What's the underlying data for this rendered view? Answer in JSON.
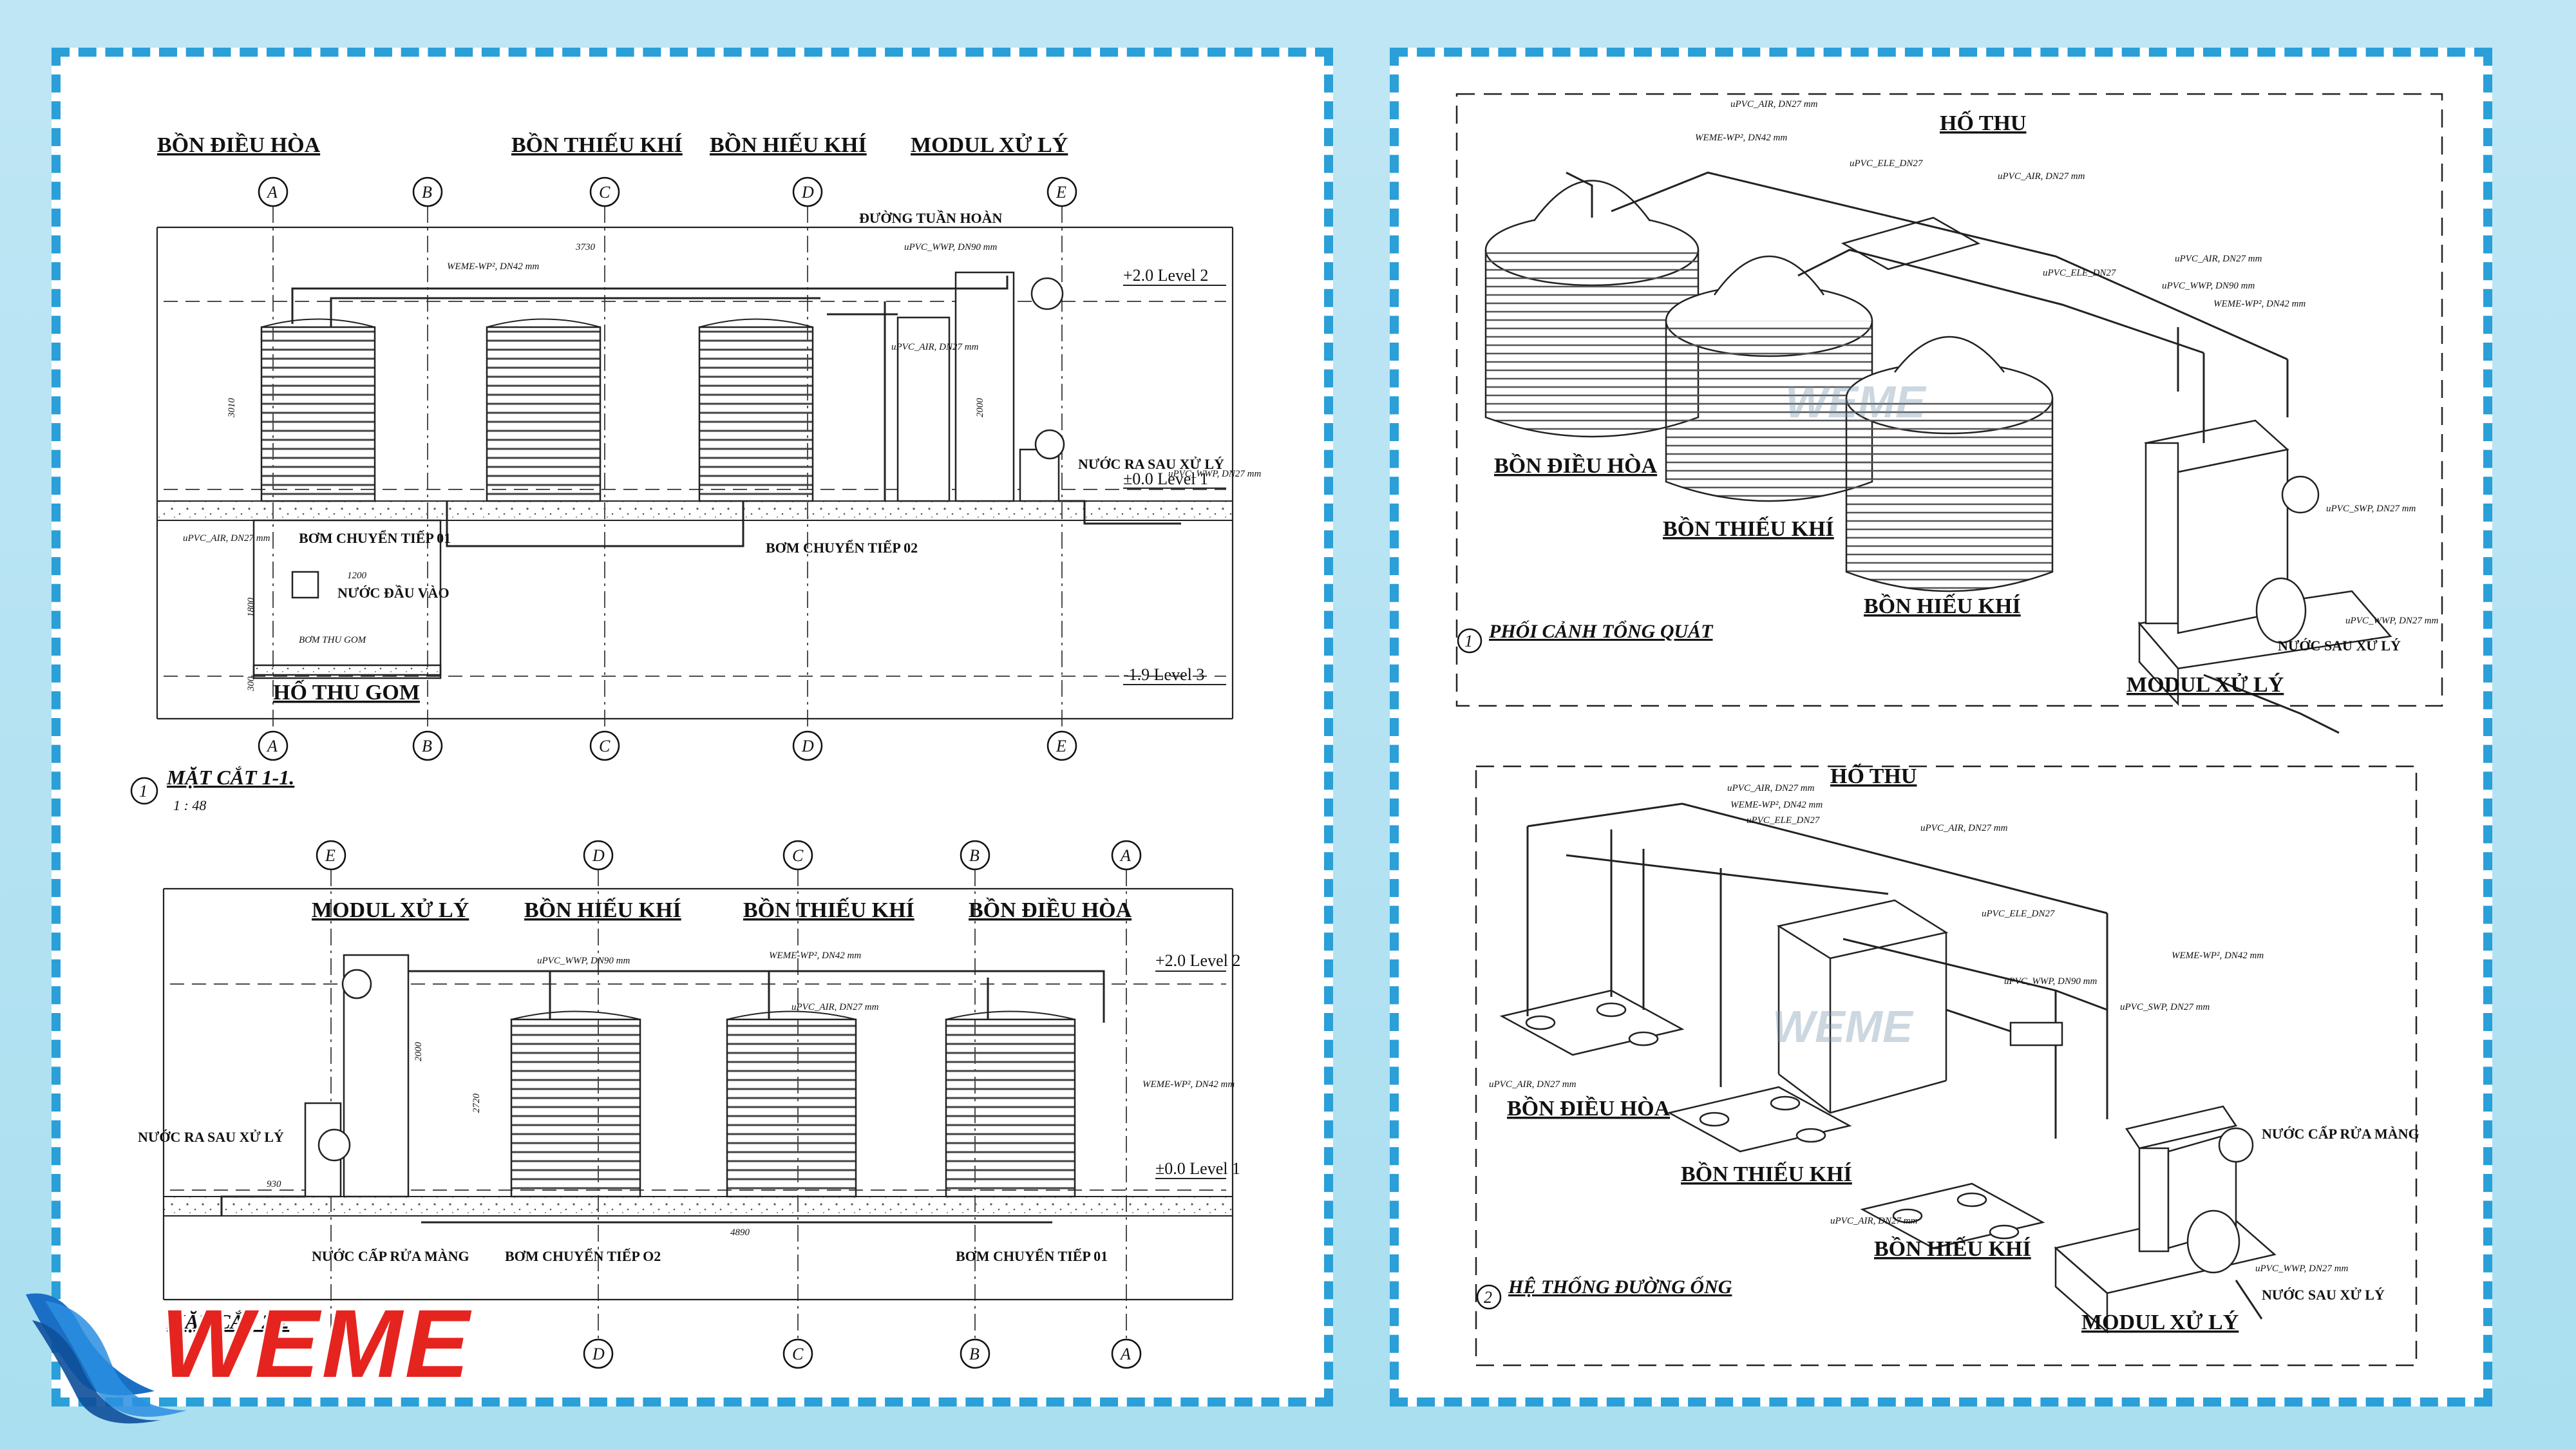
{
  "left_panel": {
    "section_1": {
      "tank_labels": [
        "BỒN ĐIỀU HÒA",
        "BỒN THIẾU KHÍ",
        "BỒN HIẾU KHÍ",
        "MODUL XỬ LÝ"
      ],
      "axes": [
        "A",
        "B",
        "C",
        "D",
        "E"
      ],
      "level_2": "+2.0  Level 2",
      "level_1": "±0.0  Level 1",
      "level_3": "-1.9  Level 3",
      "notes": {
        "recirculation": "ĐƯỜNG TUẦN HOÀN",
        "outlet": "NƯỚC RA SAU XỬ LÝ",
        "pump_1": "BƠM CHUYỂN TIẾP 01",
        "pump_2": "BƠM CHUYỂN TIẾP 02",
        "inlet": "NƯỚC ĐẦU VÀO",
        "sump_pump": "BƠM THU GOM",
        "sump": "HỐ THU GOM"
      },
      "pipes": [
        "WEME-WP², DN42 mm",
        "uPVC_WWP, DN90 mm",
        "uPVC_AIR, DN27 mm",
        "uPVC_AIR, DN27 mm",
        "uPVC_WWP, DN27 mm"
      ],
      "dims": [
        "3730",
        "3010",
        "2000",
        "1200",
        "1800",
        "300"
      ],
      "section_no": "1",
      "section_title": "MẶT CẮT 1-1.",
      "scale": "1 : 48"
    },
    "section_2": {
      "tank_labels": [
        "MODUL XỬ LÝ",
        "BỒN HIẾU KHÍ",
        "BỒN THIẾU KHÍ",
        "BỒN ĐIỀU HÒA"
      ],
      "axes": [
        "E",
        "D",
        "C",
        "B",
        "A"
      ],
      "level_2": "+2.0  Level 2",
      "level_1": "±0.0  Level 1",
      "notes": {
        "outlet": "NƯỚC RA SAU XỬ LÝ",
        "membrane": "NƯỚC CẤP RỬA MÀNG",
        "pump_2": "BƠM CHUYỂN TIẾP O2",
        "pump_1": "BƠM CHUYỂN TIẾP 01"
      },
      "pipes": [
        "uPVC_WWP, DN90 mm",
        "WEME-WP², DN42 mm",
        "uPVC_AIR, DN27 mm",
        "WEME-WP², DN42 mm"
      ],
      "dims": [
        "2000",
        "2720",
        "4890",
        "930"
      ],
      "section_title": "MẶT CẮT 2-2"
    }
  },
  "right_panel": {
    "view_1": {
      "labels": {
        "sump": "HỐ THU",
        "equalization": "BỒN ĐIỀU HÒA",
        "anoxic": "BỒN THIẾU KHÍ",
        "aerobic": "BỒN HIẾU KHÍ",
        "module": "MODUL XỬ LÝ",
        "outlet": "NƯỚC SAU XỬ LÝ"
      },
      "pipes": [
        "uPVC_AIR, DN27 mm",
        "WEME-WP², DN42 mm",
        "uPVC_ELE_DN27",
        "uPVC_AIR, DN27 mm",
        "uPVC_ELE_DN27",
        "uPVC_AIR, DN27 mm",
        "uPVC_WWP, DN90 mm",
        "WEME-WP², DN42 mm",
        "uPVC_SWP, DN27 mm",
        "uPVC_WWP, DN27 mm"
      ],
      "view_no": "1",
      "view_title": "PHỐI CẢNH TỔNG QUÁT"
    },
    "view_2": {
      "labels": {
        "sump": "HỐ THU",
        "equalization": "BỒN ĐIỀU HÒA",
        "anoxic": "BỒN THIẾU KHÍ",
        "aerobic": "BỒN HIẾU KHÍ",
        "module": "MODUL XỬ LÝ",
        "membrane": "NƯỚC CẤP RỬA MÀNG",
        "outlet": "NƯỚC SAU XỬ LÝ"
      },
      "pipes": [
        "uPVC_AIR, DN27 mm",
        "WEME-WP², DN42 mm",
        "uPVC_ELE_DN27",
        "uPVC_AIR, DN27 mm",
        "uPVC_ELE_DN27",
        "WEME-WP², DN42 mm",
        "uPVC_WWP, DN90 mm",
        "uPVC_SWP, DN27 mm",
        "uPVC_AIR, DN27 mm",
        "uPVC_WWP, DN27 mm",
        "uPVC_AIR, DN27 mm"
      ],
      "view_no": "2",
      "view_title": "HỆ THỐNG ĐƯỜNG ỐNG"
    }
  },
  "brand": {
    "name": "WEME",
    "watermark": "WEME",
    "color_red": "#e52420",
    "color_blue": "#1a6fc4",
    "frame_color": "#2a9fd8"
  }
}
